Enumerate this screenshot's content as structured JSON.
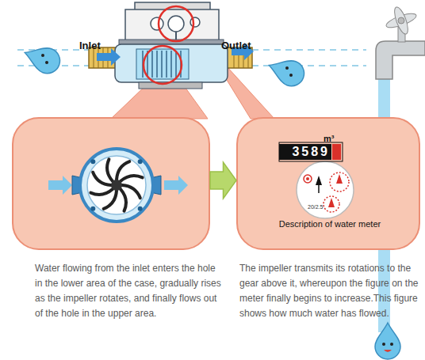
{
  "diagram": {
    "nodes": [
      {
        "text": [
          "Water flowing from the inlet enters the hole in the lower area of the case, gradually rises as the impeller rotates, and finally flows out of the hole in the upper area."
        ]
      },
      {
        "text": [
          "Description of water meter",
          "The impeller transmits its rotations to the gear above it, whereupon the figure on the meter finally begins to increase.This figure shows how much water has flowed."
        ]
      },
      {
        "text": [
          "m³",
          "3589",
          "20/2.5"
        ],
        "in": 1
      }
    ],
    "edges": [
      {
        "from": 0,
        "to": 1,
        "arrow": "to"
      }
    ],
    "labels": [
      "Inlet",
      "Outlet"
    ]
  }
}
